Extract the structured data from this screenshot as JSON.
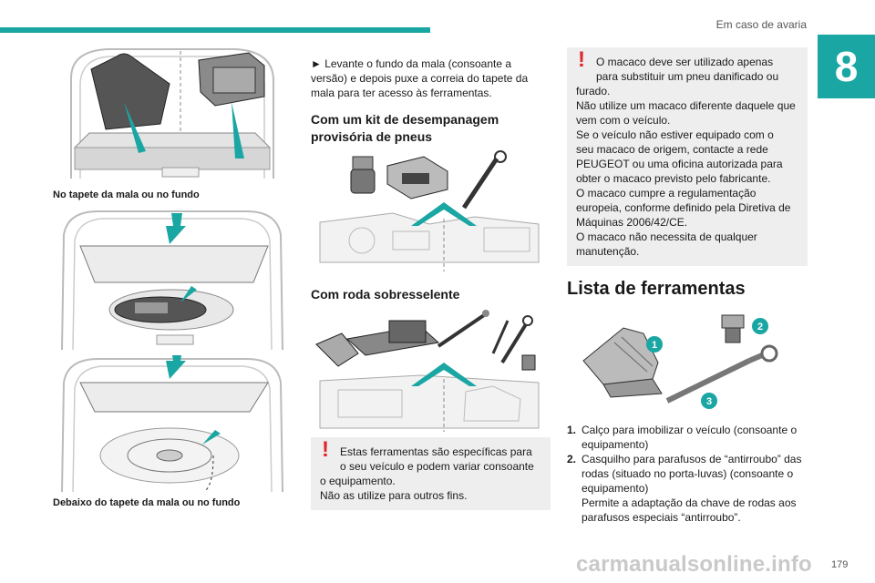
{
  "header": {
    "section": "Em caso de avaria",
    "chapter": "8",
    "page": "179"
  },
  "watermark": "carmanualsonline.info",
  "col1": {
    "caption_top": "No tapete da mala ou no fundo",
    "caption_bottom": "Debaixo do tapete da mala ou no fundo"
  },
  "col2": {
    "intro": [
      "► Levante o fundo da mala (consoante a",
      "versão) e depois puxe a correia do tapete da",
      "mala para ter acesso às ferramentas."
    ],
    "heading_kit": [
      "Com um kit de desempanagem",
      "provisória de pneus"
    ],
    "heading_spare": "Com roda sobresselente",
    "warning": [
      "Estas ferramentas são específicas para",
      "o seu veículo e podem variar consoante",
      "o equipamento.",
      "Não as utilize para outros fins."
    ]
  },
  "col3": {
    "warning": [
      "O macaco deve ser utilizado apenas",
      "para substituir um pneu danificado ou",
      "furado.",
      "Não utilize um macaco diferente daquele que",
      "vem com o veículo.",
      "Se o veículo não estiver equipado com o",
      "seu macaco de origem, contacte a rede",
      "PEUGEOT ou uma oficina autorizada para",
      "obter o macaco previsto pelo fabricante.",
      "O macaco cumpre a regulamentação",
      "europeia, conforme definido pela Diretiva de",
      "Máquinas 2006/42/CE.",
      "O macaco não necessita de qualquer",
      "manutenção."
    ],
    "heading": "Lista de ferramentas",
    "badges": [
      "1",
      "2",
      "3"
    ],
    "list": [
      {
        "num": "1.",
        "lines": [
          "Calço para imobilizar o veículo (consoante o",
          "equipamento)"
        ]
      },
      {
        "num": "2.",
        "lines": [
          "Casquilho para parafusos de “antirroubo” das",
          "rodas (situado no porta-luvas) (consoante o",
          "equipamento)",
          "Permite a adaptação da chave de rodas aos",
          "parafusos especiais “antirroubo”."
        ]
      }
    ]
  },
  "colors": {
    "accent": "#1aa6a3",
    "warning": "#e2252b",
    "box": "#eeeeee",
    "badge": "#1aa6a3"
  }
}
